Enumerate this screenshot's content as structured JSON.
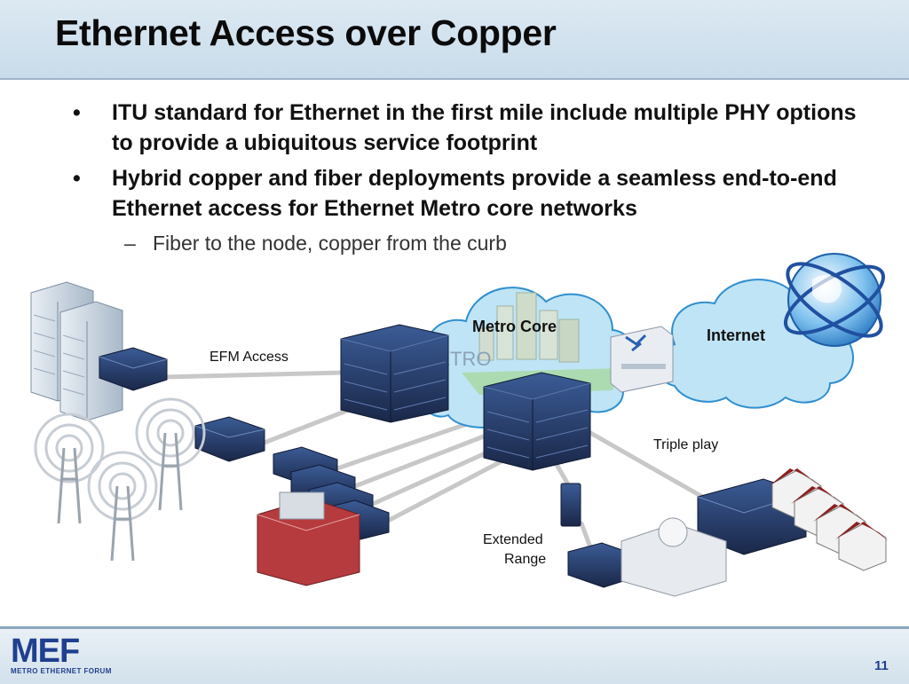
{
  "slide": {
    "title": "Ethernet Access over Copper",
    "bullets": [
      "ITU standard for Ethernet in the first mile include multiple PHY options to provide a ubiquitous service footprint",
      "Hybrid copper and fiber deployments provide a seamless end-to-end Ethernet access for Ethernet Metro core networks"
    ],
    "sub_bullet": "Fiber to the node, copper from the curb",
    "bullet_glyph": "•",
    "dash_glyph": "–"
  },
  "diagram": {
    "labels": {
      "metro_core": "Metro Core",
      "internet": "Internet",
      "efm_access": "EFM Access",
      "triple_play": "Triple play",
      "extended_range_1": "Extended",
      "extended_range_2": "Range",
      "metro_watermark": "METRO"
    },
    "icons": [
      "office-tower-icon",
      "cell-tower-icon",
      "dsl-modem-icon",
      "switch-rack-icon",
      "globe-icon",
      "router-icon",
      "building-icon",
      "house-icon",
      "campus-icon"
    ],
    "colors": {
      "cloud": "#bfe4f6",
      "cloud_edge": "#2f8fd0",
      "link": "#c6c6c6",
      "device": "#22325a"
    }
  },
  "footer": {
    "logo": "MEF",
    "logo_sub": "METRO ETHERNET FORUM",
    "page_number": "11"
  }
}
